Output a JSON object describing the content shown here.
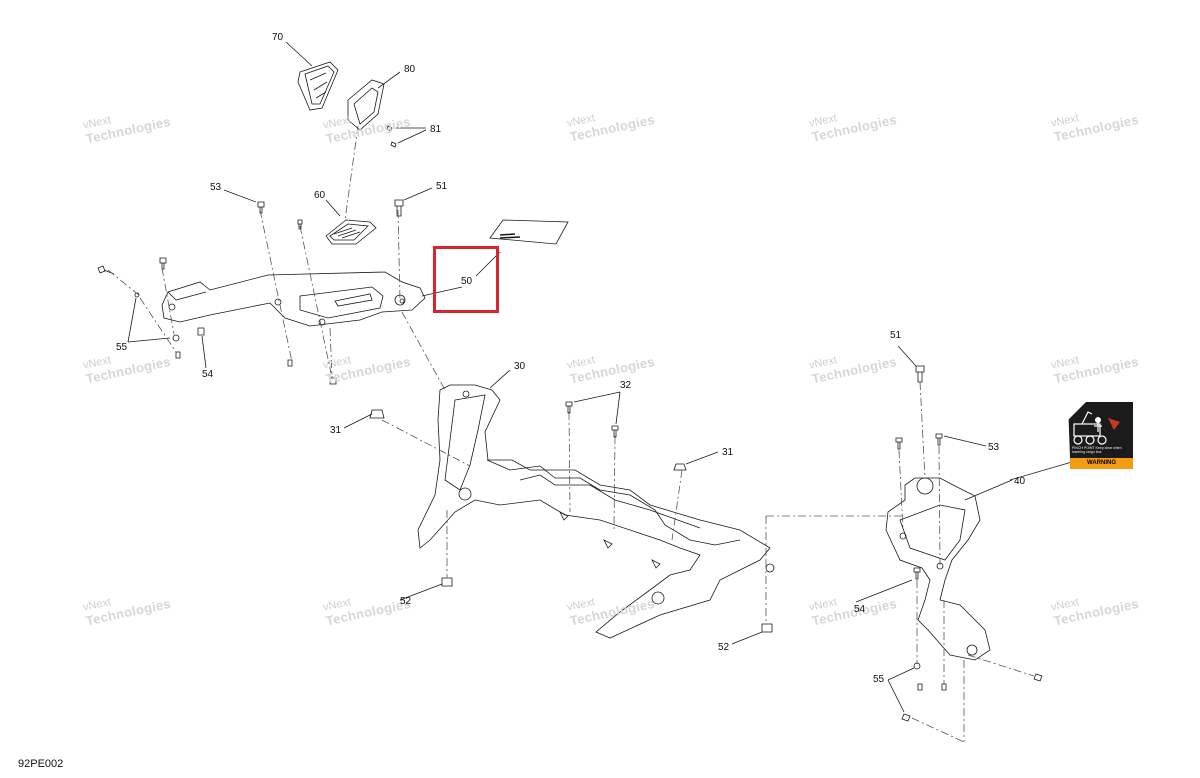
{
  "diagram": {
    "code": "92PE002",
    "watermark": {
      "line1": "vNext",
      "line2": "Technologies"
    },
    "callouts": {
      "c70": "70",
      "c80": "80",
      "c81": "81",
      "c53a": "53",
      "c60": "60",
      "c51a": "51",
      "c50": "50",
      "c55a": "55",
      "c54a": "54",
      "c30": "30",
      "c32": "32",
      "c31a": "31",
      "c31b": "31",
      "c52a": "52",
      "c52b": "52",
      "c51b": "51",
      "c53b": "53",
      "c40": "40",
      "c54b": "54",
      "c55b": "55"
    },
    "warning_label": {
      "title": "WARNING",
      "fine_print": "PINCH POINT Keep clear when lowering cargo box."
    },
    "colors": {
      "highlight": "#d7262e",
      "warning": "#f39c12",
      "line": "#1a1a1a"
    }
  }
}
